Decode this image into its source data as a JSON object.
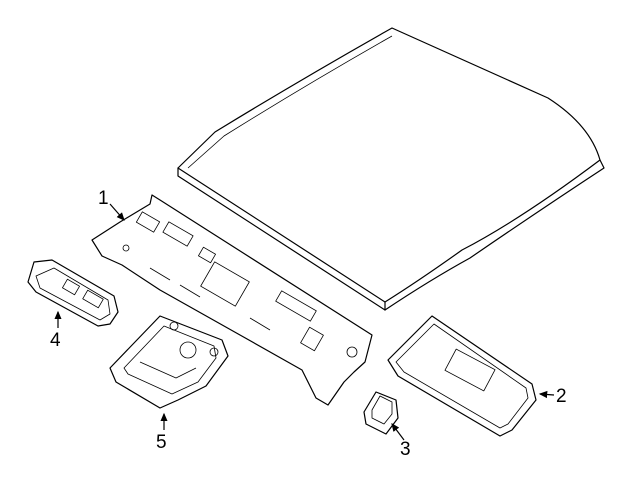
{
  "callouts": {
    "roof_panel": "",
    "headliner": "1",
    "sunvisor": "2",
    "visor_clip": "3",
    "dome_lamp": "4",
    "console": "5"
  }
}
